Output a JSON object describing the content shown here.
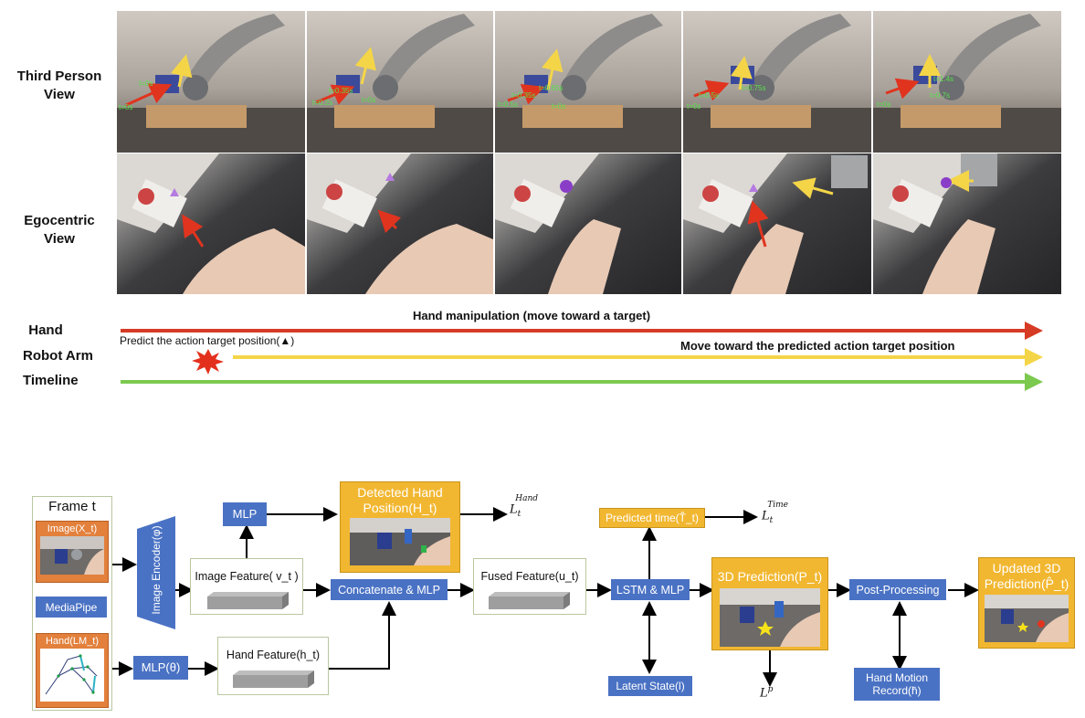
{
  "top": {
    "row_labels": {
      "third_person": [
        "Third Person",
        "View"
      ],
      "egocentric": [
        "Egocentric",
        "View"
      ]
    },
    "timeline_labels": {
      "hand": "Hand",
      "robot_arm": "Robot Arm",
      "timeline": "Timeline"
    },
    "hand_bar_text": "Hand manipulation (move toward a target)",
    "predict_text": "Predict the action target position(▲)",
    "robot_bar_text": "Move toward the predicted action target position",
    "overlay_text": {
      "f1": [
        "t=0s",
        "t=0s"
      ],
      "f2": [
        "t=0.35s",
        "t=0s",
        "t=0.2s"
      ],
      "f3": [
        "t=0.35s",
        "t=0.5s",
        "t=0.65s",
        "t=0s"
      ],
      "f4": [
        "t=0.5s",
        "t=0.75s",
        "t=0s"
      ],
      "f5": [
        "t=1.4s",
        "t=0.7s",
        "t=0s"
      ]
    },
    "colors": {
      "hand_bar": "#d63b25",
      "robot_bar": "#f4d548",
      "timeline_bar": "#7cc94f",
      "burst": "#e3301c",
      "target_marker": "#b57be0"
    }
  },
  "bottom": {
    "frame": {
      "title": "Frame t",
      "image_label": "Image(X_t)",
      "hand_label": "Hand(LM_t)"
    },
    "mediapipe": "MediaPipe",
    "image_encoder": "Image Encoder(φ)",
    "mlp_top": "MLP",
    "mlp_theta": "MLP(θ)",
    "image_feature": "Image Feature( v_t )",
    "hand_feature": "Hand Feature(h_t)",
    "detected_hand": [
      "Detected Hand",
      "Position(H_t)"
    ],
    "loss_hand": "L_t^Hand",
    "concat_mlp": "Concatenate & MLP",
    "fused_feature": "Fused Feature(u_t)",
    "predicted_time": "Predicted time(T̂_t)",
    "loss_time": "L_t^Time",
    "lstm_mlp": "LSTM & MLP",
    "latent_state": "Latent State(l)",
    "prediction_3d": "3D Prediction(P_t)",
    "loss_p": "L^p",
    "post_processing": "Post-Processing",
    "hand_motion": [
      "Hand Motion",
      "Record(h̄)"
    ],
    "updated_3d": [
      "Updated 3D",
      "Prediction(P̂_t)"
    ],
    "colors": {
      "module_blue": "#4a72c4",
      "frame_orange": "#e2803c",
      "output_gold": "#f2b731"
    }
  }
}
